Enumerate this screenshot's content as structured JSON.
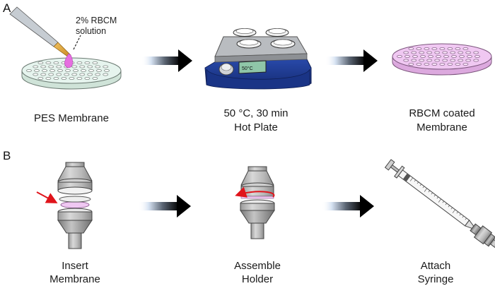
{
  "panels": {
    "a": {
      "letter": "A"
    },
    "b": {
      "letter": "B"
    }
  },
  "panel_a": {
    "step1": {
      "label": "PES Membrane",
      "pipette_label_line1": "2% RBCM",
      "pipette_label_line2": "solution"
    },
    "step2": {
      "label_line1": "50 °C, 30 min",
      "label_line2": "Hot Plate",
      "display_text": "50°C"
    },
    "step3": {
      "label_line1": "RBCM coated",
      "label_line2": "Membrane"
    }
  },
  "panel_b": {
    "step1": {
      "label_line1": "Insert",
      "label_line2": "Membrane"
    },
    "step2": {
      "label_line1": "Assemble",
      "label_line2": "Holder"
    },
    "step3": {
      "label_line1": "Attach",
      "label_line2": "Syringe"
    }
  },
  "colors": {
    "membrane_pink": "#f0c8f2",
    "droplet_magenta": "#e66fe0",
    "membrane_mint": "#e6f4ee",
    "hotplate_blue": "#1f3f9a",
    "arrow_red": "#e0141b",
    "arrow_black": "#000000"
  },
  "icons": [
    "pipette-icon",
    "hot-plate-icon",
    "filter-holder-icon",
    "syringe-icon",
    "process-arrow-icon",
    "rotation-arrow-icon"
  ]
}
